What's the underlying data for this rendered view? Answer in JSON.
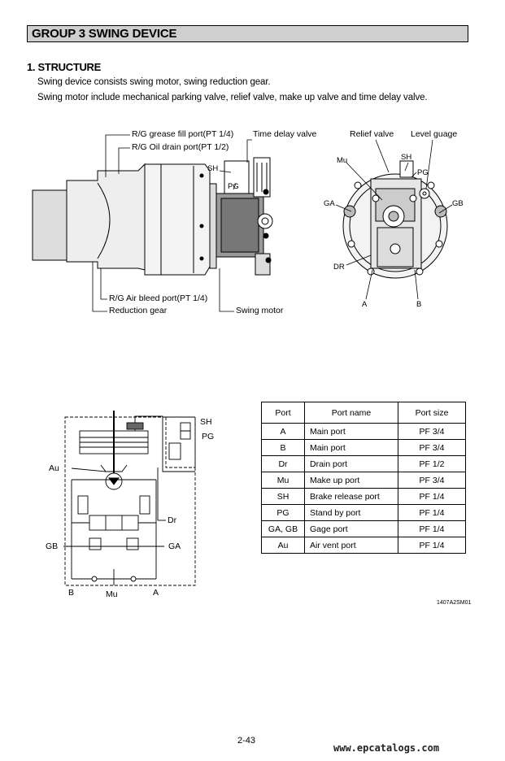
{
  "group_title": "GROUP 3 SWING DEVICE",
  "section_heading": "1. STRUCTURE",
  "paragraphs": [
    "Swing device consists swing motor, swing reduction gear.",
    "Swing motor include mechanical parking valve, relief valve, make up valve and time delay valve."
  ],
  "side_view_labels": {
    "grease_fill": "R/G grease fill port(PT 1/4)",
    "oil_drain": "R/G Oil drain port(PT 1/2)",
    "time_delay": "Time delay valve",
    "sh": "SH",
    "pg": "PG",
    "air_bleed": "R/G Air bleed port(PT 1/4)",
    "reduction_gear": "Reduction gear",
    "swing_motor": "Swing motor"
  },
  "top_view_labels": {
    "relief_valve": "Relief valve",
    "level_gauge": "Level guage",
    "mu": "Mu",
    "sh": "SH",
    "pg": "PG",
    "ga": "GA",
    "gb": "GB",
    "dr": "DR",
    "a": "A",
    "b": "B"
  },
  "schematic_labels": {
    "sh": "SH",
    "pg": "PG",
    "au": "Au",
    "dr": "Dr",
    "gb": "GB",
    "ga": "GA",
    "b": "B",
    "mu": "Mu",
    "a": "A"
  },
  "port_table": {
    "headers": [
      "Port",
      "Port name",
      "Port size"
    ],
    "rows": [
      [
        "A",
        "Main port",
        "PF 3/4"
      ],
      [
        "B",
        "Main port",
        "PF 3/4"
      ],
      [
        "Dr",
        "Drain port",
        "PF 1/2"
      ],
      [
        "Mu",
        "Make up port",
        "PF 3/4"
      ],
      [
        "SH",
        "Brake release port",
        "PF 1/4"
      ],
      [
        "PG",
        "Stand by port",
        "PF 1/4"
      ],
      [
        "GA, GB",
        "Gage port",
        "PF 1/4"
      ],
      [
        "Au",
        "Air vent port",
        "PF 1/4"
      ]
    ]
  },
  "figure_code": "1407A2SM01",
  "page_number": "2-43",
  "watermark": "www.epcatalogs.com"
}
